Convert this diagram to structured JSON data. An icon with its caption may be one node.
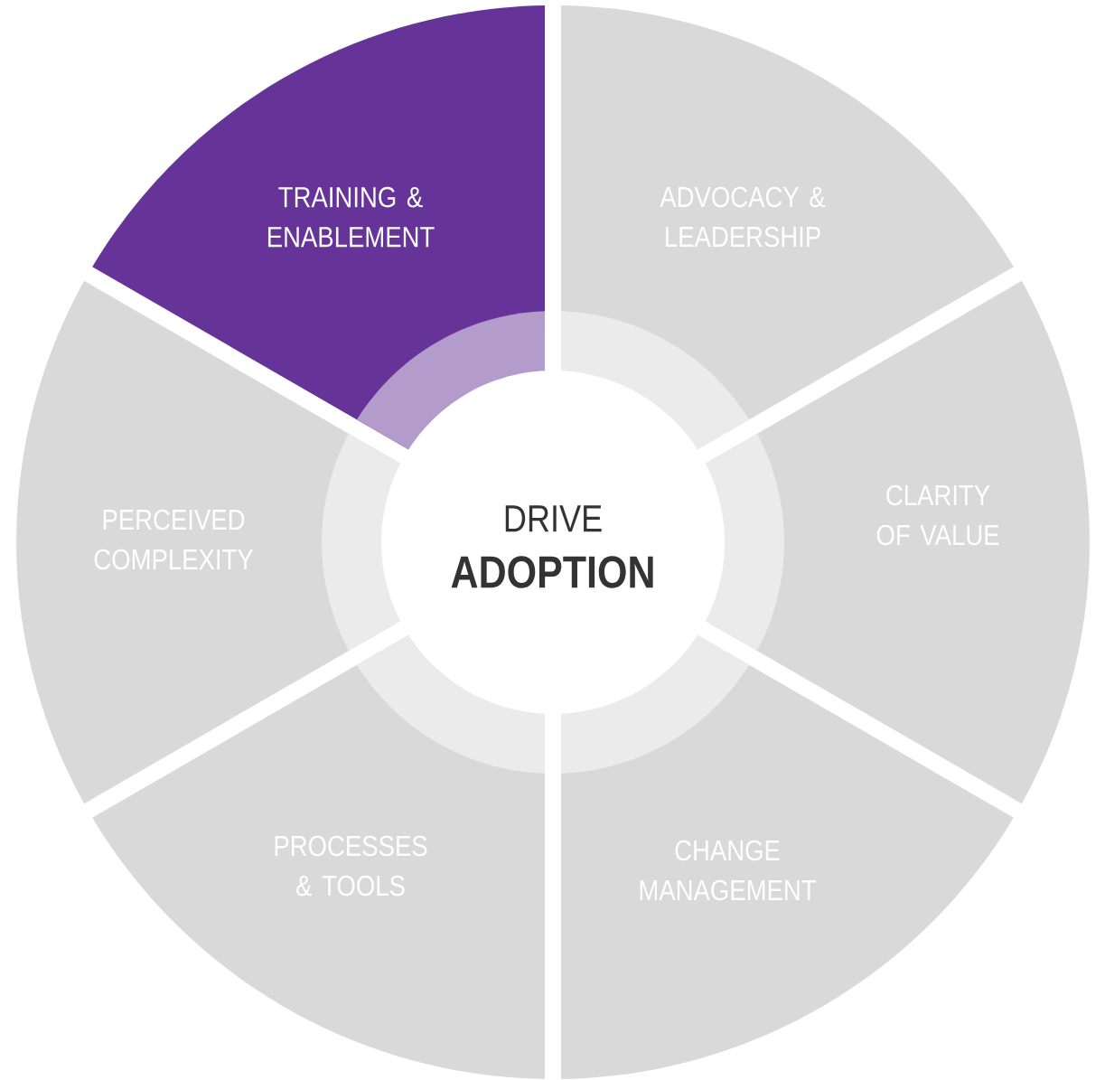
{
  "diagram": {
    "nodes": [
      {
        "text": [
          "TRAINING & ENABLEMENT"
        ]
      },
      {
        "text": [
          "ADVOCACY & LEADERSHIP"
        ]
      },
      {
        "text": [
          "PERCEIVED COMPLEXITY"
        ]
      },
      {
        "text": [
          "DRIVE",
          "ADOPTION"
        ]
      },
      {
        "text": [
          "CLARITY OF VALUE"
        ]
      },
      {
        "text": [
          "PROCESSES & TOOLS"
        ]
      },
      {
        "text": [
          "CHANGE MANAGEMENT"
        ]
      }
    ]
  }
}
